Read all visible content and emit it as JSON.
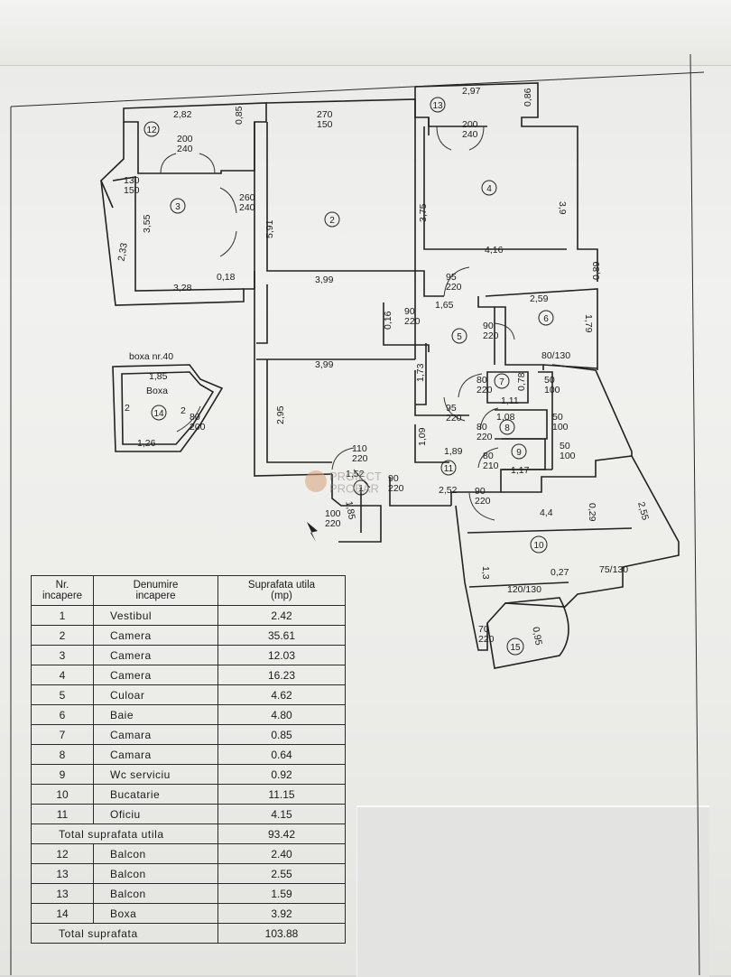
{
  "plan": {
    "room_numbers": [
      "1",
      "2",
      "3",
      "4",
      "5",
      "6",
      "7",
      "8",
      "9",
      "10",
      "11",
      "12",
      "13",
      "14",
      "15"
    ],
    "dims": {
      "r12_w": "2,82",
      "r12_side": "0,85",
      "r12_door": "200\n240",
      "r3_win": "130\n150",
      "r3_h": "3,55",
      "r3_left": "2,33",
      "r3_w": "3,28",
      "r3_door": "260\n240",
      "r2_top": "270\n150",
      "r2_h": "5,91",
      "r2_w1": "3,99",
      "r2_w2": "3,99",
      "r2_h2": "2,95",
      "small1": "0,18",
      "r13_w": "2,97",
      "r13_side": "0,86",
      "r13_door": "200\n240",
      "r4_h1": "3,75",
      "r4_h2": "3,9",
      "r4_w": "4,16",
      "r4_side": "0,89",
      "r5_door1": "95\n220",
      "r5_w": "1,65",
      "r5_h": "0,16",
      "r5_door2": "90\n220",
      "r5_door3": "90\n220",
      "r6_w": "2,59",
      "r6_h": "1,79",
      "r6_win": "80/130",
      "r7_door": "80\n220",
      "r7_h": "0,78",
      "r7_w": "1,11",
      "r7_win": "50\n100",
      "r8_w": "1,08",
      "r8_door": "80\n220",
      "r8_win": "50\n100",
      "r8_door2": "95\n220",
      "r9_door": "80\n210",
      "r9_w": "1,17",
      "r9_win": "50\n100",
      "r11_w": "1,89",
      "r11_h": "1,73",
      "r11_h2": "1,09",
      "r11_door": "110\n220",
      "r1_w": "1,52",
      "r1_h": "1,85",
      "r1_door": "100\n220",
      "r1_door2": "90\n220",
      "r11b_w": "2,52",
      "r11b_door": "90\n220",
      "r10_w": "4,4",
      "r10_h": "2,55",
      "r10_small": "0,29",
      "r10_left": "1,3",
      "r10_b": "0,27",
      "r10_win1": "75/130",
      "r10_win2": "120/130",
      "r15_door": "70\n220",
      "r15_w": "0,95"
    },
    "boxa": {
      "title": "boxa nr.40",
      "label": "Boxa",
      "w": "1,85",
      "h": "2",
      "w2": "1,26",
      "side": "2",
      "door": "80\n200"
    },
    "watermark": "PROIECT\nPROBAR"
  },
  "table": {
    "headers": [
      "Nr.\nincapere",
      "Denumire\nincapere",
      "Suprafata utila\n(mp)"
    ],
    "rows": [
      {
        "nr": "1",
        "name": "Vestibul",
        "area": "2.42"
      },
      {
        "nr": "2",
        "name": "Camera",
        "area": "35.61"
      },
      {
        "nr": "3",
        "name": "Camera",
        "area": "12.03"
      },
      {
        "nr": "4",
        "name": "Camera",
        "area": "16.23"
      },
      {
        "nr": "5",
        "name": "Culoar",
        "area": "4.62"
      },
      {
        "nr": "6",
        "name": "Baie",
        "area": "4.80"
      },
      {
        "nr": "7",
        "name": "Camara",
        "area": "0.85"
      },
      {
        "nr": "8",
        "name": "Camara",
        "area": "0.64"
      },
      {
        "nr": "9",
        "name": "Wc serviciu",
        "area": "0.92"
      },
      {
        "nr": "10",
        "name": "Bucatarie",
        "area": "11.15"
      },
      {
        "nr": "11",
        "name": "Oficiu",
        "area": "4.15"
      }
    ],
    "subtotal_label": "Total suprafata utila",
    "subtotal_value": "93.42",
    "extra_rows": [
      {
        "nr": "12",
        "name": "Balcon",
        "area": "2.40"
      },
      {
        "nr": "13",
        "name": "Balcon",
        "area": "2.55"
      },
      {
        "nr": "13",
        "name": "Balcon",
        "area": "1.59"
      },
      {
        "nr": "14",
        "name": "Boxa",
        "area": "3.92"
      }
    ],
    "total_label": "Total suprafata",
    "total_value": "103.88"
  }
}
